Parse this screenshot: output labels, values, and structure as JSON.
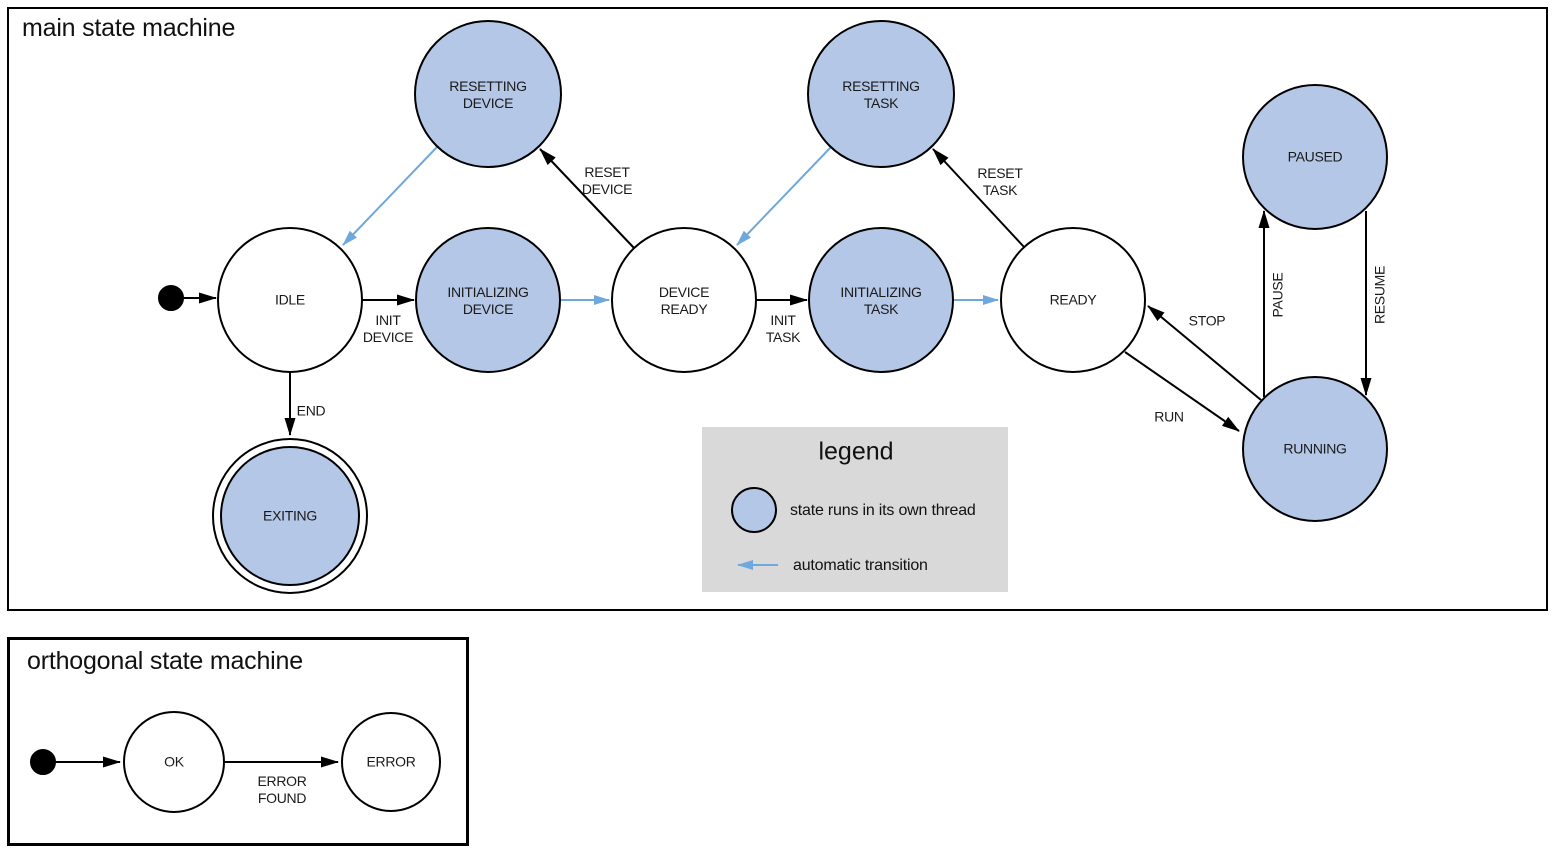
{
  "colors": {
    "thread_state_fill": "#b4c7e7",
    "automatic_transition_arrow": "#6fa8dc",
    "line": "#000000",
    "legend_background": "#d9d9d9"
  },
  "main": {
    "title": "main state machine",
    "states": {
      "idle": "IDLE",
      "initializing_device": "INITIALIZING\nDEVICE",
      "device_ready": "DEVICE\nREADY",
      "initializing_task": "INITIALIZING\nTASK",
      "ready": "READY",
      "resetting_device": "RESETTING\nDEVICE",
      "resetting_task": "RESETTING\nTASK",
      "paused": "PAUSED",
      "running": "RUNNING",
      "exiting": "EXITING"
    },
    "transitions": {
      "init_device": "INIT\nDEVICE",
      "init_task": "INIT\nTASK",
      "reset_device": "RESET\nDEVICE",
      "reset_task": "RESET\nTASK",
      "end": "END",
      "run": "RUN",
      "stop": "STOP",
      "pause": "PAUSE",
      "resume": "RESUME"
    }
  },
  "legend": {
    "title": "legend",
    "thread_item": "state runs in its own thread",
    "auto_item": "automatic transition"
  },
  "orthogonal": {
    "title": "orthogonal state machine",
    "states": {
      "ok": "OK",
      "error": "ERROR"
    },
    "transitions": {
      "error_found": "ERROR\nFOUND"
    }
  }
}
